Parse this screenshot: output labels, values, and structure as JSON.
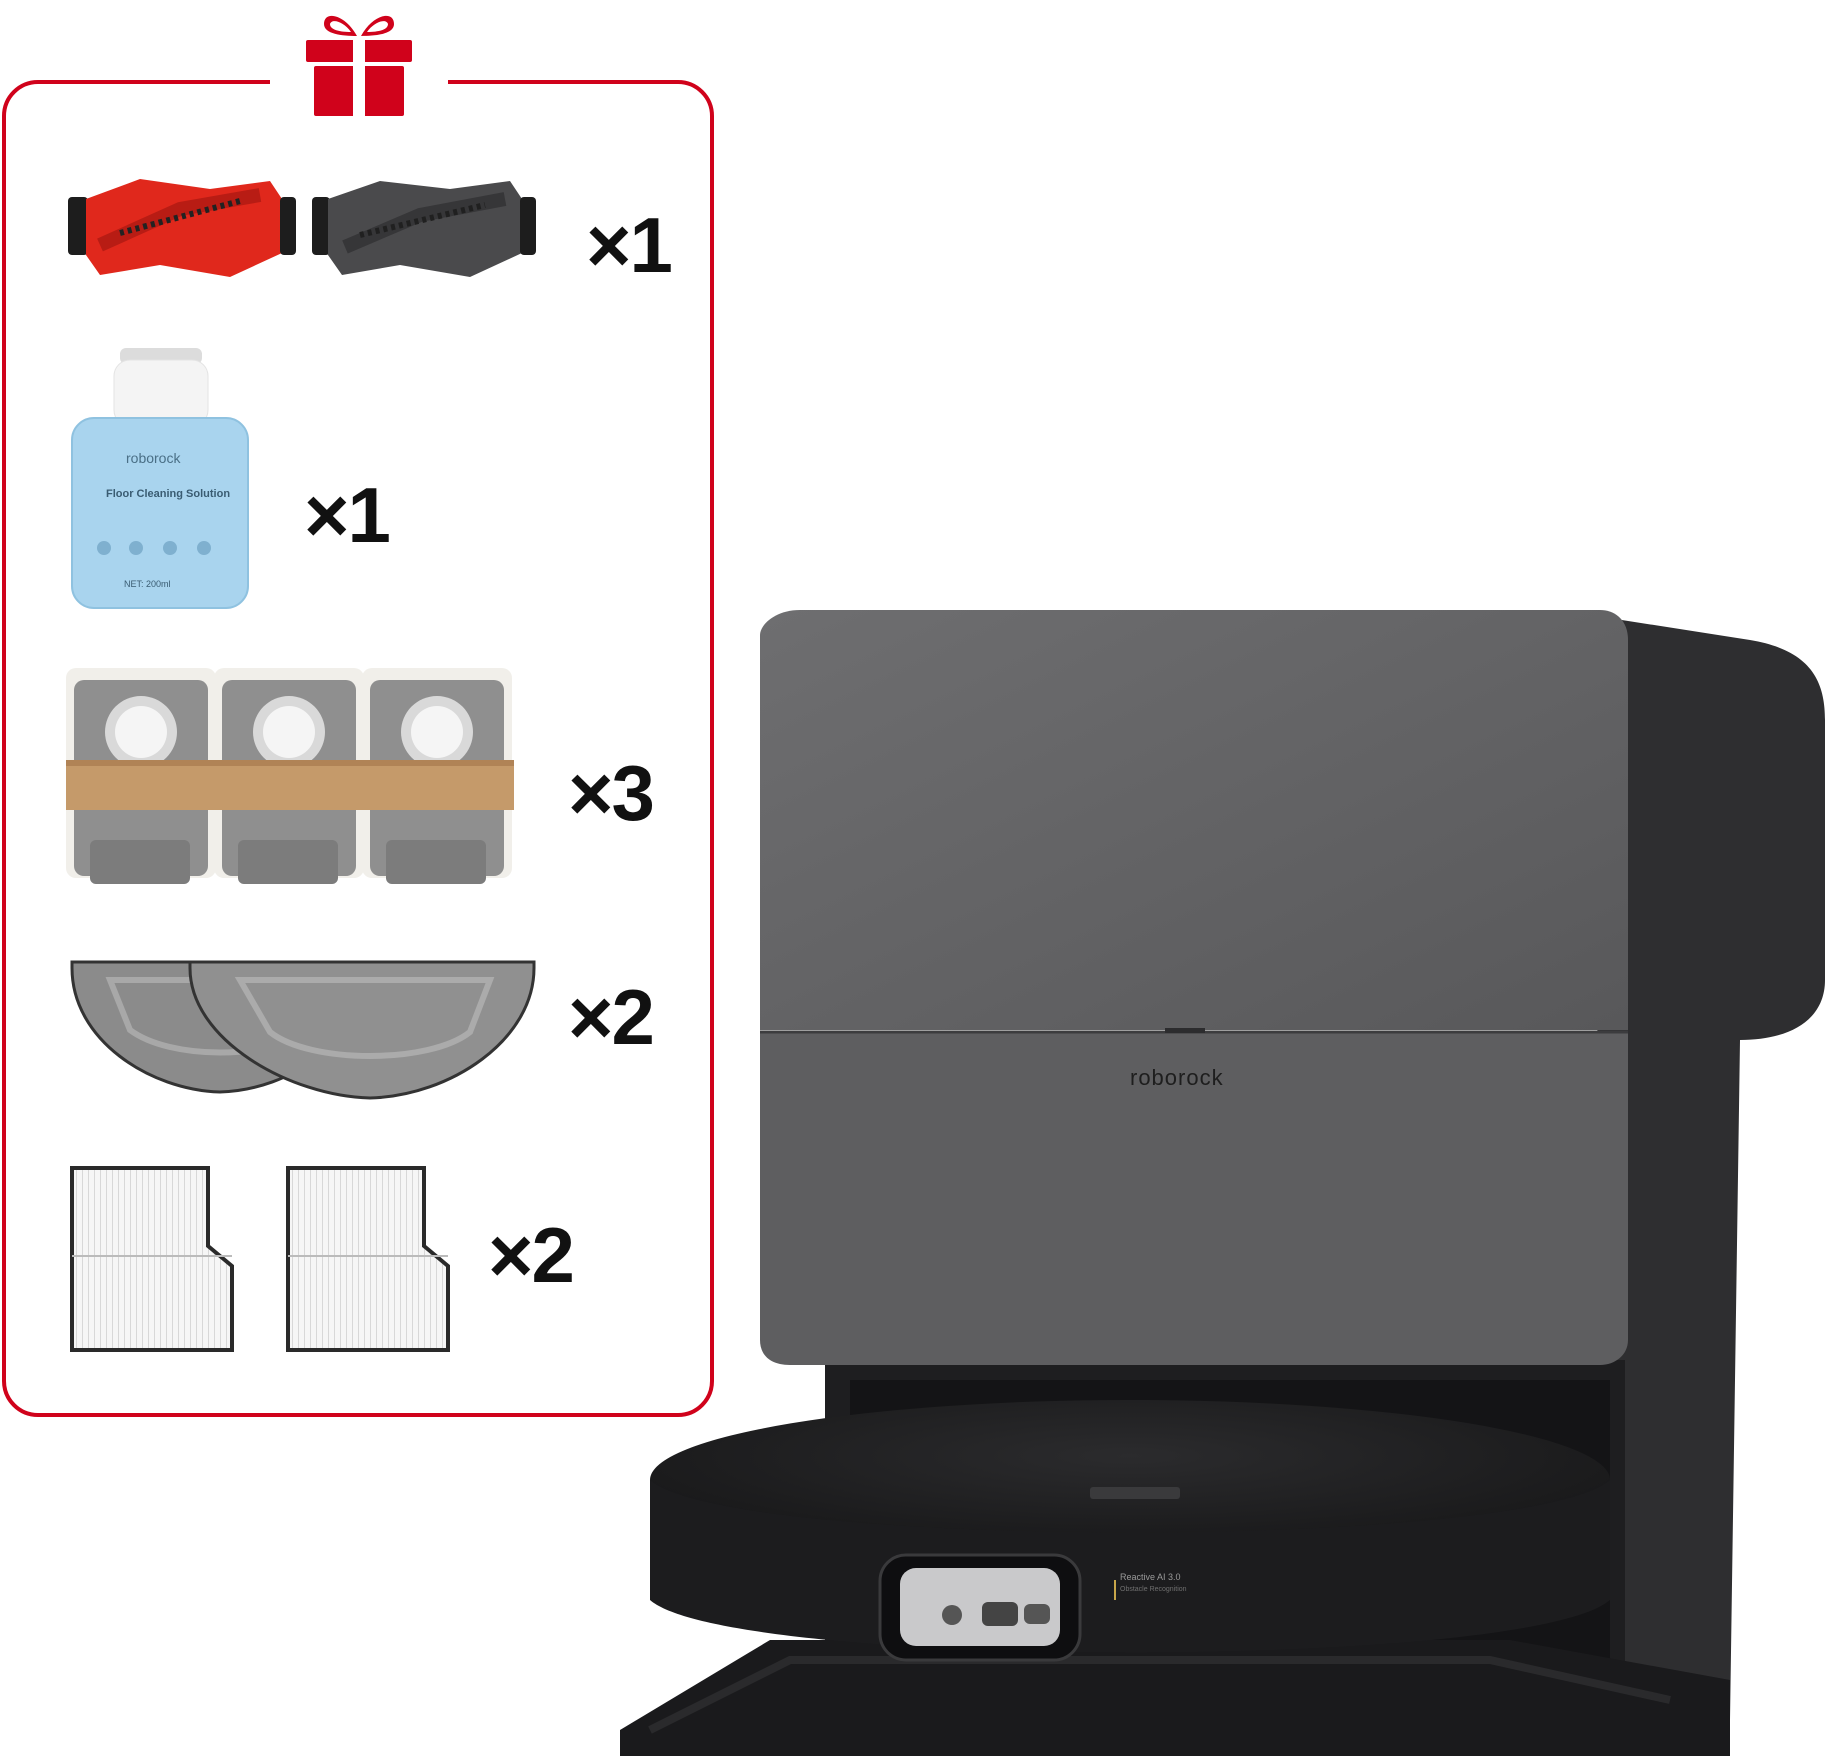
{
  "gift_box": {
    "accent_color": "#d0021b",
    "icon": "gift-icon",
    "items": [
      {
        "name": "main-brushes",
        "quantity": "×1"
      },
      {
        "name": "floor-cleaning-solution",
        "quantity": "×1",
        "label": {
          "brand": "roborock",
          "title": "Floor Cleaning Solution",
          "net": "NET: 200ml"
        }
      },
      {
        "name": "dust-bags",
        "quantity": "×3"
      },
      {
        "name": "mop-pads",
        "quantity": "×2"
      },
      {
        "name": "filters",
        "quantity": "×2"
      }
    ]
  },
  "product": {
    "dock_brand": "roborock",
    "robot_label": "Reactive AI 3.0",
    "robot_sublabel": "Obstacle Recognition"
  }
}
